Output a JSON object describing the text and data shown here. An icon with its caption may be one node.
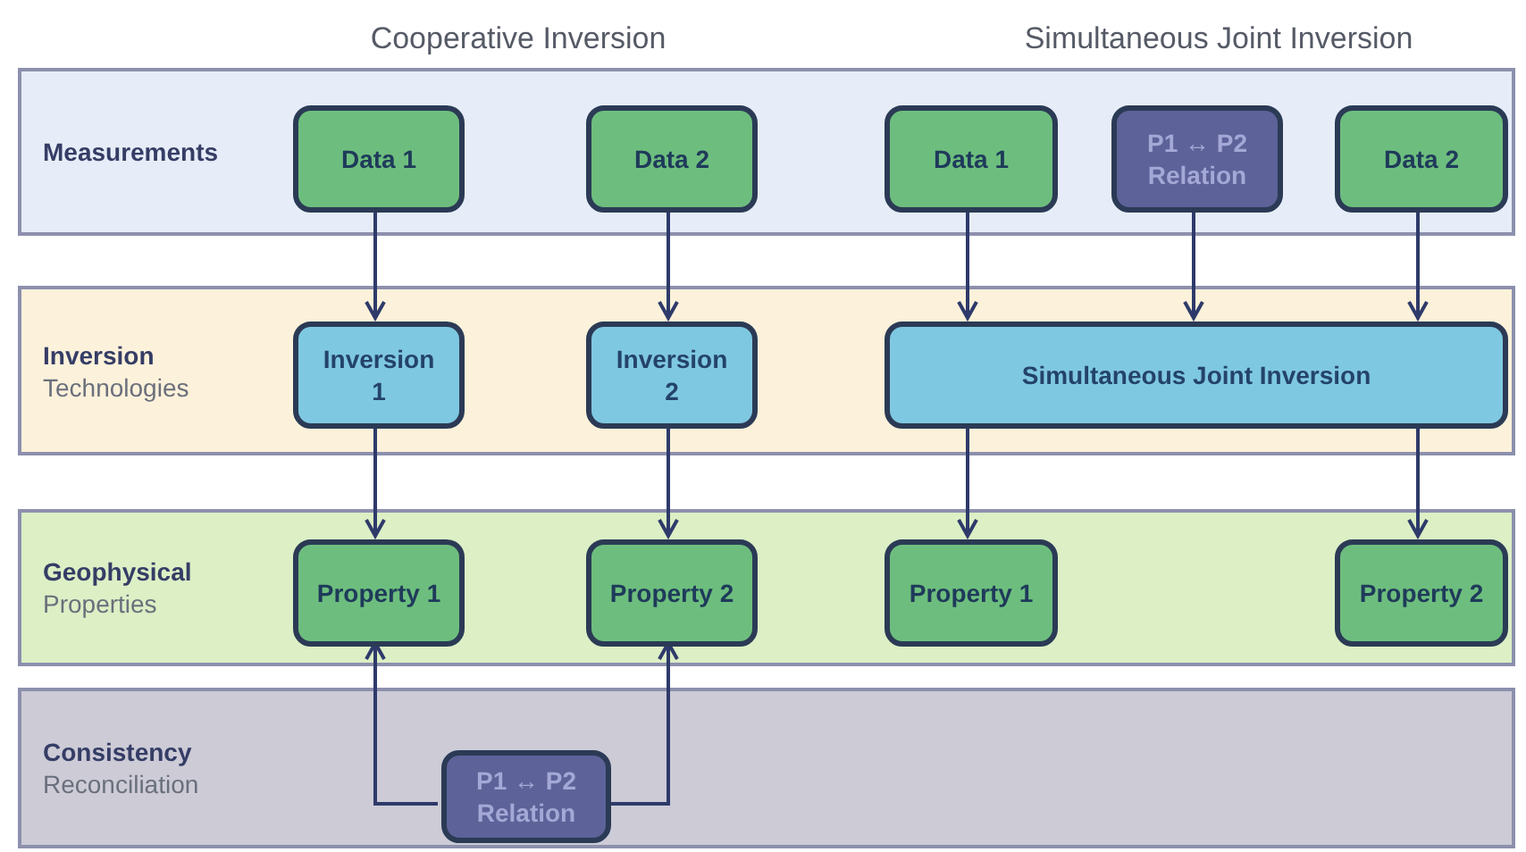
{
  "diagram": {
    "nodes": [
      {
        "text": [
          "Measurements"
        ]
      },
      {
        "text": [
          "Data 1"
        ],
        "in": 0
      },
      {
        "text": [
          "Data 2"
        ],
        "in": 0
      },
      {
        "text": [
          "Data 1"
        ],
        "in": 0
      },
      {
        "text": [
          "P1 ↔ P2 Relation"
        ],
        "in": 0
      },
      {
        "text": [
          "Data 2"
        ],
        "in": 0
      },
      {
        "text": [
          "Inversion",
          "Technologies"
        ]
      },
      {
        "text": [
          "Inversion 1"
        ],
        "in": 6
      },
      {
        "text": [
          "Inversion 2"
        ],
        "in": 6
      },
      {
        "text": [
          "Simultaneous Joint Inversion"
        ],
        "in": 6
      },
      {
        "text": [
          "Geophysical",
          "Properties"
        ]
      },
      {
        "text": [
          "Property 1"
        ],
        "in": 10
      },
      {
        "text": [
          "Property 2"
        ],
        "in": 10
      },
      {
        "text": [
          "Property 1"
        ],
        "in": 10
      },
      {
        "text": [
          "Property 2"
        ],
        "in": 10
      },
      {
        "text": [
          "Consistency",
          "Reconciliation"
        ]
      },
      {
        "text": [
          "P1 ↔ P2 Relation"
        ],
        "in": 15
      }
    ],
    "edges": [
      {
        "from": 1,
        "to": 7,
        "arrow": "to"
      },
      {
        "from": 2,
        "to": 8,
        "arrow": "to"
      },
      {
        "from": 3,
        "to": 9,
        "arrow": "to"
      },
      {
        "from": 4,
        "to": 9,
        "arrow": "to"
      },
      {
        "from": 5,
        "to": 9,
        "arrow": "to"
      },
      {
        "from": 7,
        "to": 11,
        "arrow": "to"
      },
      {
        "from": 8,
        "to": 12,
        "arrow": "to"
      },
      {
        "from": 9,
        "to": 13,
        "arrow": "to"
      },
      {
        "from": 9,
        "to": 14,
        "arrow": "to"
      },
      {
        "from": 16,
        "to": 11,
        "arrow": "to"
      },
      {
        "from": 16,
        "to": 12,
        "arrow": "to"
      }
    ],
    "labels": [
      "Cooperative Inversion",
      "Simultaneous Joint Inversion"
    ]
  }
}
